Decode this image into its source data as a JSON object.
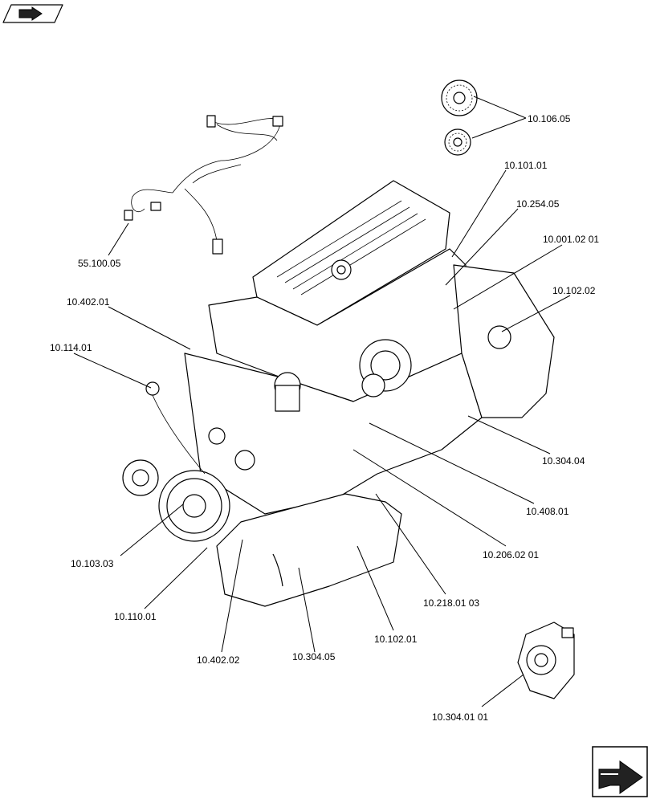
{
  "icons": {
    "top_left": "book-arrow-icon",
    "bottom_right": "next-page-arrow-icon"
  },
  "callouts": [
    {
      "id": "c1",
      "text": "10.106.05"
    },
    {
      "id": "c2",
      "text": "10.101.01"
    },
    {
      "id": "c3",
      "text": "10.254.05"
    },
    {
      "id": "c4",
      "text": "10.001.02 01"
    },
    {
      "id": "c5",
      "text": "10.102.02"
    },
    {
      "id": "c6",
      "text": "55.100.05"
    },
    {
      "id": "c7",
      "text": "10.402.01"
    },
    {
      "id": "c8",
      "text": "10.114.01"
    },
    {
      "id": "c9",
      "text": "10.304.04"
    },
    {
      "id": "c10",
      "text": "10.408.01"
    },
    {
      "id": "c11",
      "text": "10.206.02 01"
    },
    {
      "id": "c12",
      "text": "10.218.01 03"
    },
    {
      "id": "c13",
      "text": "10.102.01"
    },
    {
      "id": "c14",
      "text": "10.103.03"
    },
    {
      "id": "c15",
      "text": "10.110.01"
    },
    {
      "id": "c16",
      "text": "10.402.02"
    },
    {
      "id": "c17",
      "text": "10.304.05"
    },
    {
      "id": "c18",
      "text": "10.304.01 01"
    }
  ]
}
